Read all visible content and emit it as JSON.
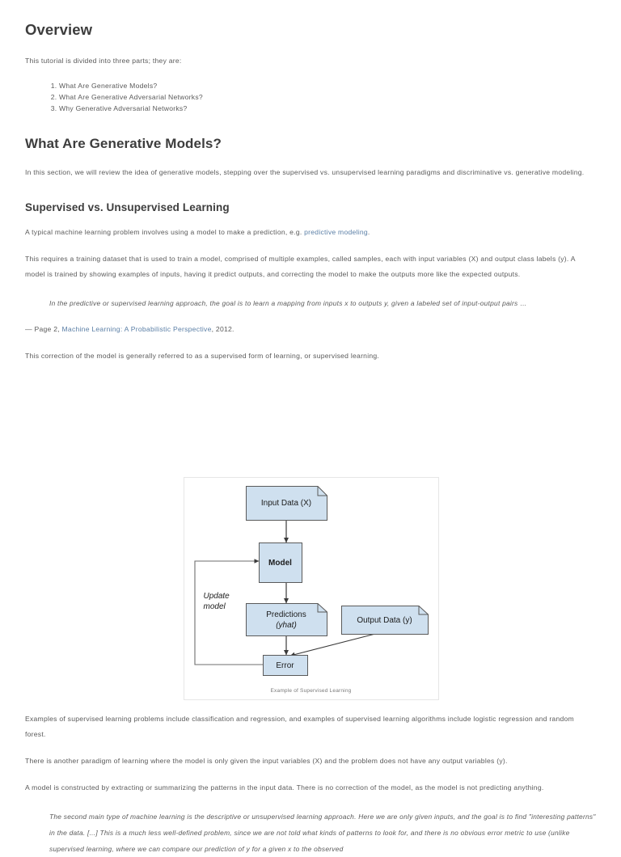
{
  "article": {
    "overview_heading": "Overview",
    "overview_intro": "This tutorial is divided into three parts; they are:",
    "parts": [
      "What Are Generative Models?",
      "What Are Generative Adversarial Networks?",
      "Why Generative Adversarial Networks?"
    ],
    "section_heading": "What Are Generative Models?",
    "section_intro": "In this section, we will review the idea of generative models, stepping over the supervised vs. unsupervised learning paradigms and discriminative vs. generative modeling.",
    "subsection_heading": "Supervised vs. Unsupervised Learning",
    "para_typical_prefix": "A typical machine learning problem involves using a model to make a prediction, e.g. ",
    "para_typical_link": "predictive modeling",
    "para_typical_suffix": ".",
    "para_requires": "This requires a training dataset that is used to train a model, comprised of multiple examples, called samples, each with input variables (X) and output class labels (y). A model is trained by showing examples of inputs, having it predict outputs, and correcting the model to make the outputs more like the expected outputs.",
    "quote_supervised": "In the predictive or supervised learning approach, the goal is to learn a mapping from inputs x to outputs y, given a labeled set of input-output pairs …",
    "attrib_prefix": "— Page 2, ",
    "attrib_link": "Machine Learning: A Probabilistic Perspective",
    "attrib_suffix": ", 2012.",
    "para_correction": "This correction of the model is generally referred to as a supervised form of learning, or supervised learning.",
    "para_examples": "Examples of supervised learning problems include classification and regression, and examples of supervised learning algorithms include logistic regression and random forest.",
    "para_another": "There is another paradigm of learning where the model is only given the input variables (X) and the problem does not have any output variables (y).",
    "para_constructed": "A model is constructed by extracting or summarizing the patterns in the input data. There is no correction of the model, as the model is not predicting anything.",
    "quote_unsupervised": "The second main type of machine learning is the descriptive or unsupervised learning approach. Here we are only given inputs, and the goal is to find \"interesting patterns\" in the data. [...] This is a much less well-defined problem, since we are not told what kinds of patterns to look for, and there is no obvious error metric to use (unlike supervised learning, where we can compare our prediction of y for a given x to the observed"
  },
  "figure": {
    "caption": "Example of Supervised Learning",
    "node_input": "Input Data (X)",
    "node_model": "Model",
    "node_predictions_line1": "Predictions",
    "node_predictions_line2": "(yhat)",
    "node_output": "Output Data (y)",
    "node_error": "Error",
    "update_line1": "Update",
    "update_line2": "model"
  },
  "colors": {
    "node_fill": "#cfe0ef",
    "node_stroke": "#5a5a5a",
    "link": "#5b7fa6",
    "text": "#5a5a5a",
    "heading": "#3d3d3d"
  }
}
